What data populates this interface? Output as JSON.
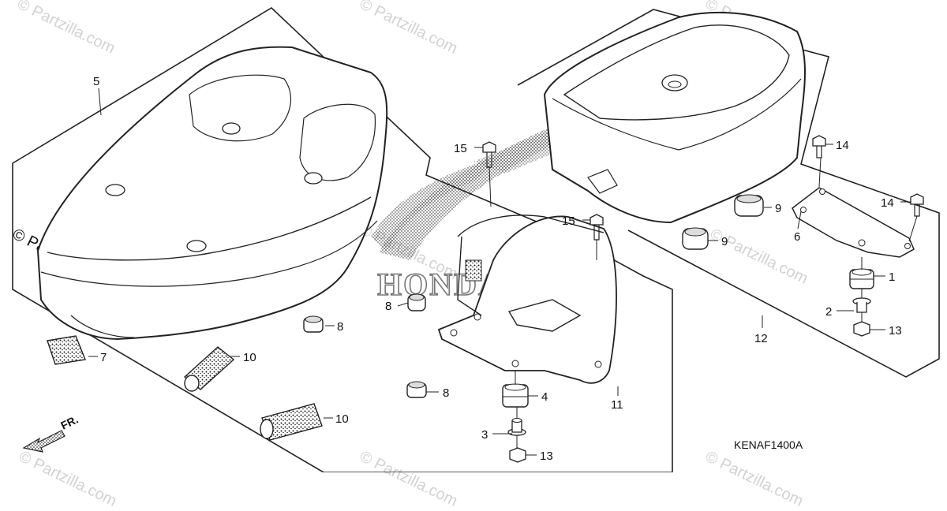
{
  "watermark": {
    "text": "© Partzilla.com",
    "prominent_text": "© Partzilla.com"
  },
  "diagram_code": "KENAF1400A",
  "logo_text": "HONDA",
  "front_arrow_label": "FR.",
  "callouts": {
    "c1": "1",
    "c2a": "2",
    "c3a": "3",
    "c4": "4",
    "c5": "5",
    "c6": "6",
    "c7": "7",
    "c8a": "8",
    "c8b": "8",
    "c8c": "8",
    "c9a": "9",
    "c9b": "9",
    "c10a": "10",
    "c10b": "10",
    "c11": "11",
    "c12": "12",
    "c13a": "13",
    "c13b": "13",
    "c14a": "14",
    "c14b": "14",
    "c15a": "15",
    "c15b": "15"
  }
}
